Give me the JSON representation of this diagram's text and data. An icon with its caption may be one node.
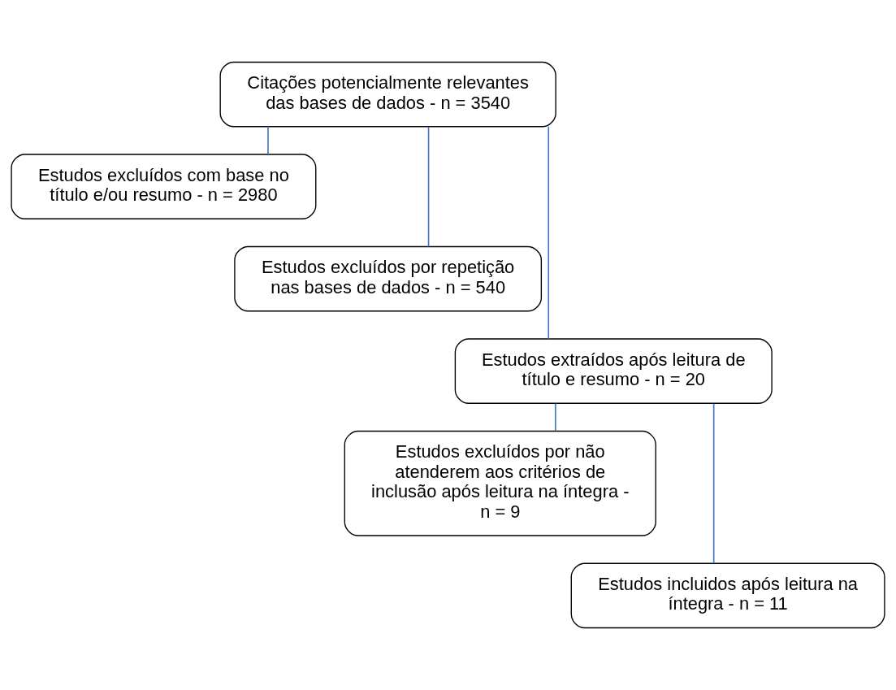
{
  "diagram": {
    "nodes": [
      {
        "text": [
          "Citações potencialmente relevantes das bases de dados - n = 3540"
        ]
      },
      {
        "text": [
          "Estudos excluídos com base no título e/ou resumo - n = 2980"
        ]
      },
      {
        "text": [
          "Estudos excluídos por repetição nas bases de dados - n = 540"
        ]
      },
      {
        "text": [
          "Estudos extraídos após leitura de título e resumo - n = 20"
        ]
      },
      {
        "text": [
          "Estudos excluídos por não atenderem aos critérios de inclusão após leitura na íntegra - n = 9"
        ]
      },
      {
        "text": [
          "Estudos incluidos após leitura na íntegra - n = 11"
        ]
      }
    ],
    "edges": [
      {
        "from": 0,
        "to": 1,
        "arrow": "none",
        "color": "#4472c4"
      },
      {
        "from": 0,
        "to": 2,
        "arrow": "none",
        "color": "#4472c4"
      },
      {
        "from": 0,
        "to": 3,
        "arrow": "none",
        "color": "#4472c4"
      },
      {
        "from": 3,
        "to": 4,
        "arrow": "none",
        "color": "#4472c4"
      },
      {
        "from": 3,
        "to": 5,
        "arrow": "none",
        "color": "#4472c4"
      }
    ]
  }
}
